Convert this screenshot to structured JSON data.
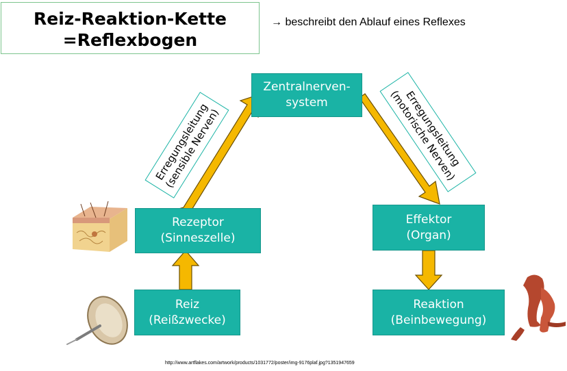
{
  "title": {
    "line1": "Reiz-Reaktion-Kette",
    "line2": "=Reflexbogen"
  },
  "subtitle": "→ beschreibt den Ablauf eines Reflexes",
  "nodes": {
    "zns": {
      "line1": "Zentralnerven-",
      "line2": "system"
    },
    "rezeptor": {
      "line1": "Rezeptor",
      "line2": "(Sinneszelle)"
    },
    "effektor": {
      "line1": "Effektor",
      "line2": "(Organ)"
    },
    "reiz": {
      "line1": "Reiz",
      "line2": "(Reißzwecke)"
    },
    "reaktion": {
      "line1": "Reaktion",
      "line2": "(Beinbewegung)"
    }
  },
  "labels": {
    "left": {
      "line1": "Erregungsleitung",
      "line2": "(sensible Nerven)"
    },
    "right": {
      "line1": "Erregungsleitung",
      "line2": "(motorische Nerven)"
    }
  },
  "credit": "http://www.artflakes.com/artwork/products/1031772/poster/img-9176plaf.jpg?1351947659",
  "colors": {
    "node": "#1ab3a5",
    "arrow": "#f5b800",
    "arrow_border": "#6b4f00",
    "title_border": "#7cc48d"
  },
  "images": [
    "skin-cross-section",
    "thumbtack",
    "leg-muscles"
  ]
}
